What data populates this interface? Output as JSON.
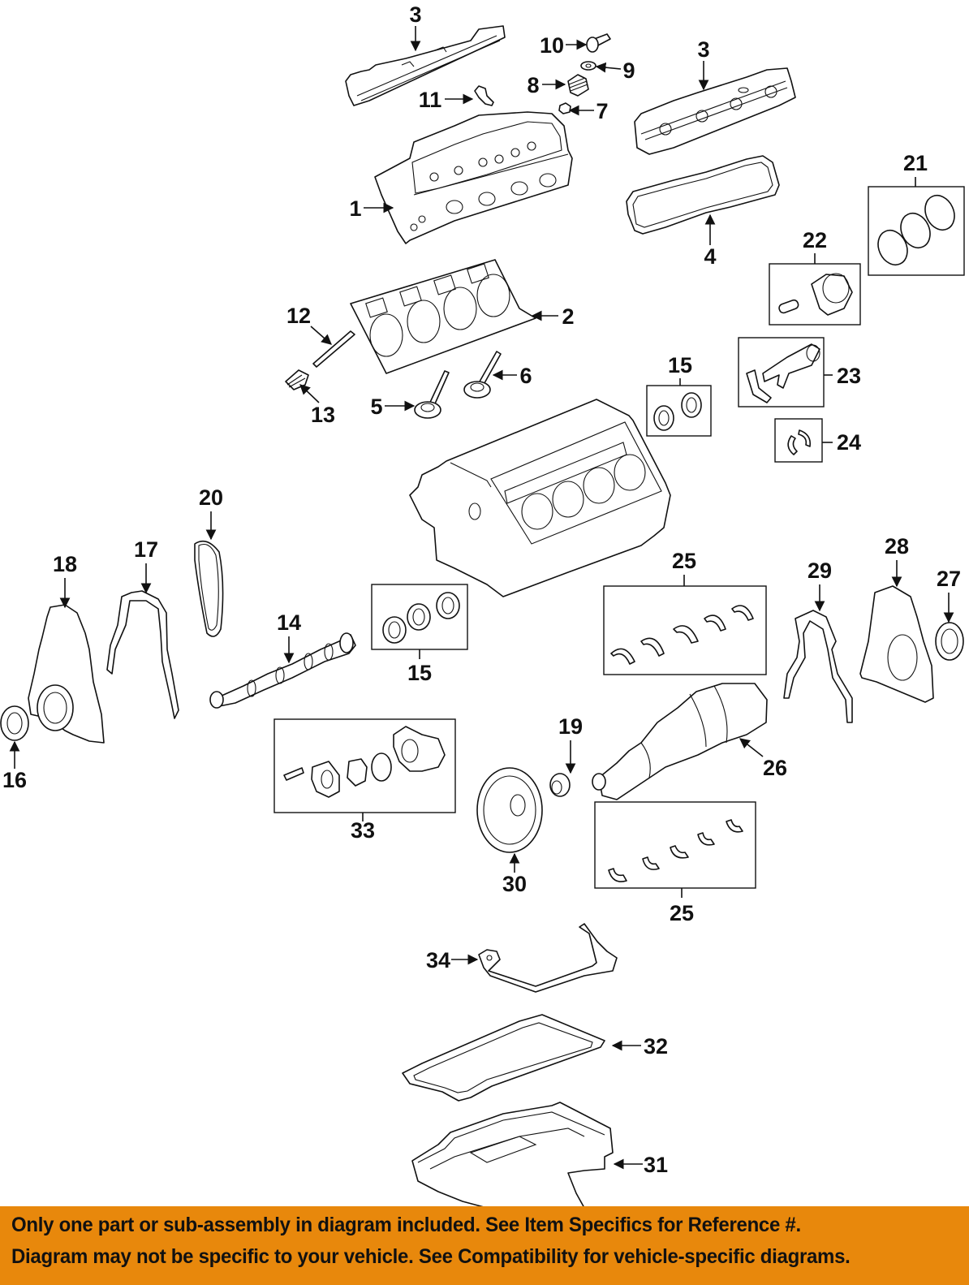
{
  "diagram": {
    "title": "Engine assembly exploded parts diagram",
    "callouts": [
      {
        "id": "c3a",
        "label": "3",
        "part": "valve-cover-left"
      },
      {
        "id": "c10",
        "label": "10",
        "part": "rocker-arm-bolt"
      },
      {
        "id": "c9",
        "label": "9",
        "part": "washer"
      },
      {
        "id": "c8",
        "label": "8",
        "part": "valve-spring"
      },
      {
        "id": "c11",
        "label": "11",
        "part": "rocker-arm"
      },
      {
        "id": "c7",
        "label": "7",
        "part": "valve-keeper"
      },
      {
        "id": "c3b",
        "label": "3",
        "part": "valve-cover-right"
      },
      {
        "id": "c1",
        "label": "1",
        "part": "cylinder-head"
      },
      {
        "id": "c21",
        "label": "21",
        "part": "piston-rings"
      },
      {
        "id": "c4",
        "label": "4",
        "part": "valve-cover-gasket"
      },
      {
        "id": "c22",
        "label": "22",
        "part": "piston"
      },
      {
        "id": "c12",
        "label": "12",
        "part": "push-rod"
      },
      {
        "id": "c2",
        "label": "2",
        "part": "head-gasket"
      },
      {
        "id": "c6",
        "label": "6",
        "part": "exhaust-valve"
      },
      {
        "id": "c23",
        "label": "23",
        "part": "connecting-rod"
      },
      {
        "id": "c13",
        "label": "13",
        "part": "lifter"
      },
      {
        "id": "c5",
        "label": "5",
        "part": "intake-valve"
      },
      {
        "id": "c15a",
        "label": "15",
        "part": "cam-bearings-upper"
      },
      {
        "id": "c24",
        "label": "24",
        "part": "rod-bearings"
      },
      {
        "id": "c20",
        "label": "20",
        "part": "timing-chain"
      },
      {
        "id": "c18",
        "label": "18",
        "part": "timing-cover"
      },
      {
        "id": "c17",
        "label": "17",
        "part": "timing-cover-gasket"
      },
      {
        "id": "c25a",
        "label": "25",
        "part": "main-bearings-upper"
      },
      {
        "id": "c29",
        "label": "29",
        "part": "rear-cover-gasket"
      },
      {
        "id": "c28",
        "label": "28",
        "part": "rear-main-seal-housing"
      },
      {
        "id": "c27",
        "label": "27",
        "part": "rear-main-seal"
      },
      {
        "id": "c14",
        "label": "14",
        "part": "camshaft"
      },
      {
        "id": "c15b",
        "label": "15",
        "part": "cam-bearings-lower"
      },
      {
        "id": "c16",
        "label": "16",
        "part": "front-seal"
      },
      {
        "id": "c19",
        "label": "19",
        "part": "crank-sprocket"
      },
      {
        "id": "c26",
        "label": "26",
        "part": "crankshaft"
      },
      {
        "id": "c33",
        "label": "33",
        "part": "oil-pump"
      },
      {
        "id": "c30",
        "label": "30",
        "part": "harmonic-balancer"
      },
      {
        "id": "c25b",
        "label": "25",
        "part": "main-bearings-lower"
      },
      {
        "id": "c34",
        "label": "34",
        "part": "oil-pickup-tube"
      },
      {
        "id": "c32",
        "label": "32",
        "part": "oil-pan-gasket"
      },
      {
        "id": "c31",
        "label": "31",
        "part": "oil-pan"
      }
    ]
  },
  "banner": {
    "color": "#e8880c",
    "line1": "Only one part or sub-assembly in diagram included. See Item Specifics for Reference #.",
    "line2": "Diagram may not be specific to your vehicle. See Compatibility for vehicle-specific diagrams."
  }
}
